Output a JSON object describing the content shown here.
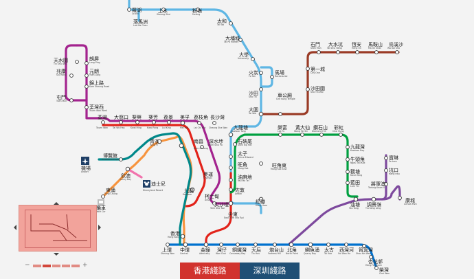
{
  "stations": {
    "lo_wu": {
      "zh": "羅湖",
      "en": "Lo Wu"
    },
    "lok_ma_chau": {
      "zh": "落馬洲",
      "en": "Lok Ma Chau"
    },
    "sheung_shui": {
      "zh": "上水",
      "en": "Sheung Shui"
    },
    "fanling": {
      "zh": "粉嶺",
      "en": "Fanling"
    },
    "tai_wo": {
      "zh": "太和",
      "en": "Tai Wo"
    },
    "tai_po_market": {
      "zh": "大埔墟",
      "en": "Tai Po Market"
    },
    "university": {
      "zh": "大學",
      "en": "University"
    },
    "fo_tan": {
      "zh": "火炭",
      "en": "Fo Tan"
    },
    "racecourse": {
      "zh": "馬場",
      "en": "Racecourse"
    },
    "sha_tin": {
      "zh": "沙田",
      "en": "Sha Tin"
    },
    "che_kung_temple": {
      "zh": "車公廟",
      "en": "Che Kung Temple"
    },
    "tai_wai": {
      "zh": "大圍",
      "en": "Tai Wai"
    },
    "shek_mun": {
      "zh": "石門",
      "en": "Shek Mun"
    },
    "tai_shui_hang": {
      "zh": "大水坑",
      "en": "Tai Shui Hang"
    },
    "heng_on": {
      "zh": "恆安",
      "en": "Heng On"
    },
    "ma_on_shan": {
      "zh": "馬鞍山",
      "en": "Ma On Shan"
    },
    "wu_kai_sha": {
      "zh": "烏溪沙",
      "en": "Wu Kai Sha"
    },
    "city_one": {
      "zh": "第一城",
      "en": "City One"
    },
    "sha_tin_wai": {
      "zh": "沙田圍",
      "en": "Sha Tin Wai"
    },
    "tin_shui_wai": {
      "zh": "天水圍",
      "en": "Tin Shui Wai"
    },
    "siu_hong": {
      "zh": "兆康",
      "en": "Siu Hong"
    },
    "tuen_mun": {
      "zh": "屯門",
      "en": "Tuen Mun"
    },
    "long_ping": {
      "zh": "朗屏",
      "en": "Long Ping"
    },
    "yuen_long": {
      "zh": "元朗",
      "en": "Yuen Long"
    },
    "kam_sheung_road": {
      "zh": "錦上路",
      "en": "Kam Sheung Road"
    },
    "tsuen_wan_west": {
      "zh": "荃灣西",
      "en": "Tsuen Wan West"
    },
    "tsuen_wan": {
      "zh": "荃灣",
      "en": "Tsuen Wan"
    },
    "tai_wo_hau": {
      "zh": "大窩口",
      "en": "Tai Wo Hau"
    },
    "kwai_hing": {
      "zh": "葵興",
      "en": "Kwai Hing"
    },
    "kwai_fong": {
      "zh": "葵芳",
      "en": "Kwai Fong"
    },
    "lai_king": {
      "zh": "荔景",
      "en": "Lai King"
    },
    "mei_foo": {
      "zh": "美孚",
      "en": "Mei Foo"
    },
    "lai_chi_kok": {
      "zh": "荔枝角",
      "en": "Lai Chi Kok"
    },
    "cheung_sha_wan": {
      "zh": "長沙灣",
      "en": "Cheung Sha Wan"
    },
    "sham_shui_po": {
      "zh": "深水埗",
      "en": "Sham Shui Po"
    },
    "nam_cheong": {
      "zh": "南昌",
      "en": "Nam Cheong"
    },
    "shek_kip_mei": {
      "zh": "石硤尾",
      "en": "Shek Kip Mei"
    },
    "kowloon_tong": {
      "zh": "九龍塘",
      "en": "Kowloon Tong"
    },
    "lok_fu": {
      "zh": "樂富",
      "en": "Lok Fu"
    },
    "wong_tai_sin": {
      "zh": "黃大仙",
      "en": "Wong Tai Sin"
    },
    "diamond_hill": {
      "zh": "鑽石山",
      "en": "Diamond Hill"
    },
    "choi_hung": {
      "zh": "彩虹",
      "en": "Choi Hung"
    },
    "kowloon_bay": {
      "zh": "九龍灣",
      "en": "Kowloon Bay"
    },
    "ngau_tau_kok": {
      "zh": "牛頭角",
      "en": "Ngau Tau Kok"
    },
    "kwun_tong": {
      "zh": "觀塘",
      "en": "Kwun Tong"
    },
    "lam_tin": {
      "zh": "藍田",
      "en": "Lam Tin"
    },
    "po_lam": {
      "zh": "寶琳",
      "en": "Po Lam"
    },
    "hang_hau": {
      "zh": "坑口",
      "en": "Hang Hau"
    },
    "tseung_kwan_o": {
      "zh": "將軍澳",
      "en": "Tseung Kwan O"
    },
    "lohas_park": {
      "zh": "康城",
      "en": "LOHAS Park"
    },
    "yau_tong": {
      "zh": "油塘",
      "en": "Yau Tong"
    },
    "tiu_keng_leng": {
      "zh": "調景嶺",
      "en": "Tiu Keng Leng"
    },
    "prince_edward": {
      "zh": "太子",
      "en": "Prince Edward"
    },
    "mong_kok": {
      "zh": "旺角",
      "en": "Mong Kok"
    },
    "yau_ma_tei": {
      "zh": "油麻地",
      "en": "Yau Ma Tei"
    },
    "jordan": {
      "zh": "佐敦",
      "en": "Jordan"
    },
    "tsim_sha_tsui": {
      "zh": "尖沙咀",
      "en": "Tsim Sha Tsui"
    },
    "east_tsim_sha_tsui": {
      "zh": "尖東",
      "en": "East Tsim Sha Tsui"
    },
    "mong_kok_east": {
      "zh": "旺角東",
      "en": "Mong Kok East"
    },
    "hung_hom": {
      "zh": "紅磡",
      "en": "Hung Hom"
    },
    "tsing_yi": {
      "zh": "青衣",
      "en": "Tsing Yi"
    },
    "olympic": {
      "zh": "奧運",
      "en": "Olympic"
    },
    "kowloon": {
      "zh": "九龍",
      "en": "Kowloon"
    },
    "austin": {
      "zh": "柯士甸",
      "en": "Austin"
    },
    "sunny_bay": {
      "zh": "欣澳",
      "en": "Sunny Bay"
    },
    "disneyland": {
      "zh": "迪士尼",
      "en": "Disneyland Resort"
    },
    "asiaworld": {
      "zh": "博覽館",
      "en": "AsiaWorld-Expo"
    },
    "airport": {
      "zh": "機場",
      "en": "Airport"
    },
    "tung_chung": {
      "zh": "東涌",
      "en": "Tung Chung"
    },
    "cable_car": {
      "zh": "纜車",
      "en": "Cable Car"
    },
    "hong_kong": {
      "zh": "香港",
      "en": "Hong Kong"
    },
    "sheung_wan": {
      "zh": "上環",
      "en": "Sheung Wan"
    },
    "central": {
      "zh": "中環",
      "en": "Central"
    },
    "admiralty": {
      "zh": "金鐘",
      "en": "Admiralty"
    },
    "wan_chai": {
      "zh": "灣仔",
      "en": "Wan Chai"
    },
    "causeway_bay": {
      "zh": "銅鑼灣",
      "en": "Causeway Bay"
    },
    "tin_hau": {
      "zh": "天后",
      "en": "Tin Hau"
    },
    "fortress_hill": {
      "zh": "炮台山",
      "en": "Fortress Hill"
    },
    "north_point": {
      "zh": "北角",
      "en": "North Point"
    },
    "quarry_bay": {
      "zh": "鰂魚涌",
      "en": "Quarry Bay"
    },
    "tai_koo": {
      "zh": "太古",
      "en": "Tai Koo"
    },
    "sai_wan_ho": {
      "zh": "西灣河",
      "en": "Sai Wan Ho"
    },
    "shau_kei_wan": {
      "zh": "筲箕灣",
      "en": "Shau Kei Wan"
    },
    "heng_fa_chuen": {
      "zh": "杏花邨",
      "en": "Heng Fa Chuen"
    },
    "chai_wan": {
      "zh": "柴灣",
      "en": "Chai Wan"
    }
  },
  "colors": {
    "east_rail": "#5eb6e4",
    "ma_on_shan": "#9a3b26",
    "west_rail": "#a3238e",
    "tsuen_wan": "#e2231a",
    "kwun_tong": "#00a040",
    "tseung_kwan_o": "#7d499d",
    "island": "#0071ce",
    "tung_chung": "#f7943e",
    "airport_express": "#00888a",
    "disneyland": "#f173ac",
    "tab_hk": "#d1332e",
    "tab_sz": "#1f4f75"
  },
  "minimap": {
    "zoom_minus": "−",
    "zoom_plus": "+"
  },
  "tabs": {
    "hk": "香港綫路",
    "sz": "深圳綫路"
  }
}
